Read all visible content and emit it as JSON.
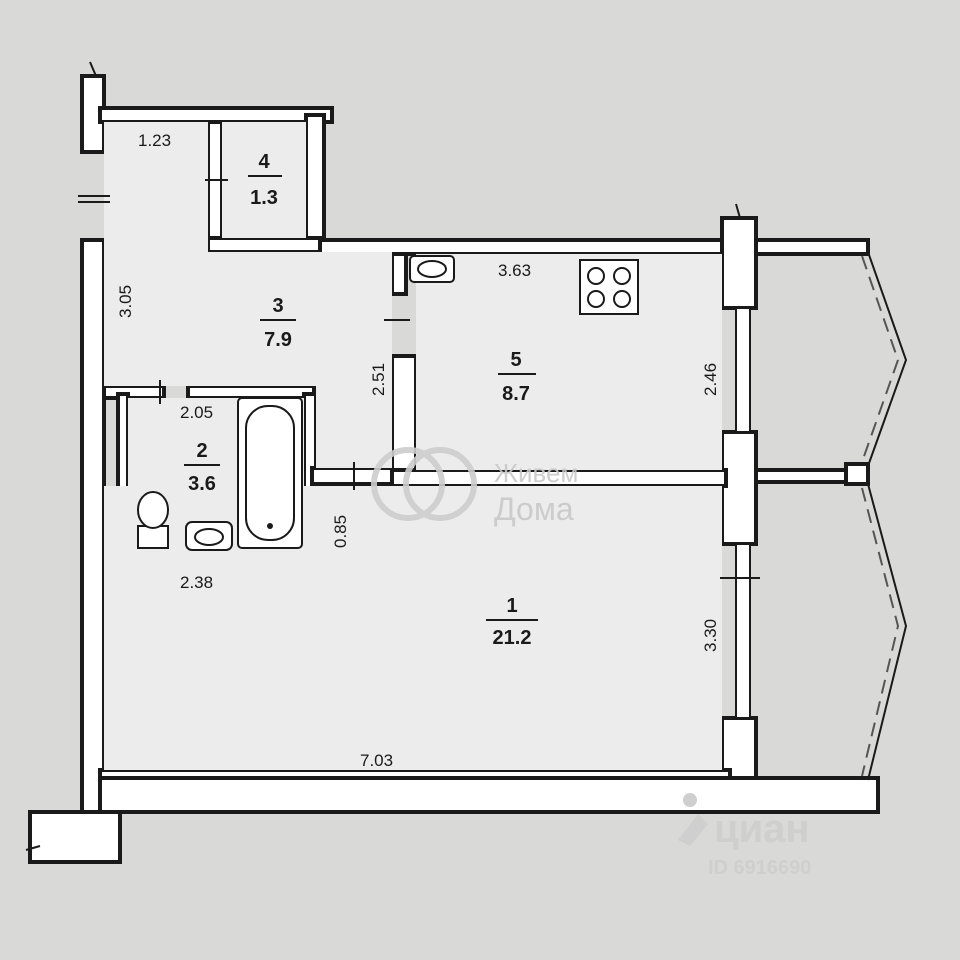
{
  "rooms": [
    {
      "number": "1",
      "area": "21.2"
    },
    {
      "number": "2",
      "area": "3.6"
    },
    {
      "number": "3",
      "area": "7.9"
    },
    {
      "number": "4",
      "area": "1.3"
    },
    {
      "number": "5",
      "area": "8.7"
    }
  ],
  "dimensions": [
    "1.23",
    "3.05",
    "2.05",
    "2.38",
    "0.85",
    "2.51",
    "3.63",
    "2.46",
    "3.30",
    "7.03"
  ],
  "watermark": {
    "line1": "Живем",
    "line2": "Дома"
  },
  "listing": {
    "brand": "циан",
    "id": "ID 6916690"
  },
  "icons": [
    "stove-icon",
    "sink-icon",
    "bathtub-icon",
    "toilet-icon",
    "washbasin-icon",
    "cian-logo-icon",
    "house-logo-icon"
  ]
}
